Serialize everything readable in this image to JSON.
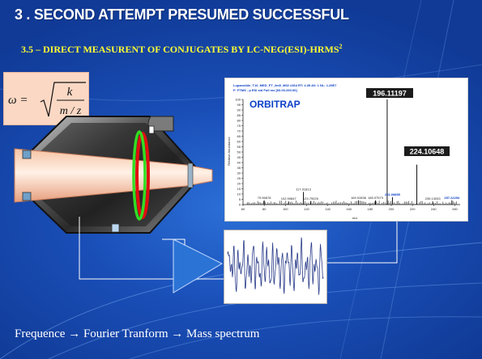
{
  "slide": {
    "title": "3 . SECOND ATTEMPT PRESUMED SUCCESSFUL",
    "subtitle_main": "3.5 – DIRECT MEASURENT OF CONJUGATES BY LC-NEG(ESI)-HRMS",
    "subtitle_sup": "2",
    "caption": "Frequence → Fourier Tranform → Mass spectrum"
  },
  "formula": {
    "lhs": "ω =",
    "numerator": "k",
    "denominator": "m / z"
  },
  "spectrum": {
    "header_line1": "Lupanolide_T10_MED_FT_2m5_M02 #364   RT: 4.35   AV: 1   NL: 1.25E7",
    "header_line2": "F: FTMS - p ESI sid Full ms [60.00-260.00]",
    "instrument_label": "ORBITRAP",
    "y_axis_label": "Relative Abundance",
    "x_axis_label": "m/z",
    "highlight_peak_1": "196.11197",
    "highlight_peak_2": "224.10648",
    "peak_labels": [
      "79.96878",
      "102.99847",
      "117.01813",
      "123.79025",
      "169.02836",
      "185.07573",
      "201.09895",
      "239.13033",
      "257.22294"
    ],
    "y_ticks": [
      "0",
      "5",
      "10",
      "15",
      "20",
      "25",
      "30",
      "35",
      "40",
      "45",
      "50",
      "55",
      "60",
      "65",
      "70",
      "75",
      "80",
      "85",
      "90",
      "95",
      "100"
    ],
    "x_ticks": [
      "60",
      "80",
      "100",
      "120",
      "140",
      "160",
      "180",
      "200",
      "220",
      "240",
      "260"
    ]
  },
  "chart_data": {
    "type": "bar",
    "title": "",
    "xlabel": "m/z",
    "ylabel": "Relative Abundance",
    "xlim": [
      60,
      265
    ],
    "ylim": [
      0,
      100
    ],
    "series": [
      {
        "x": [
          79.96878,
          102.99847,
          117.01813,
          123.79025,
          169.02836,
          185.07573,
          196.11197,
          201.09895,
          224.10648,
          239.13033,
          257.22294
        ],
        "y": [
          4,
          3,
          12,
          3,
          4,
          4,
          100,
          7,
          38,
          3,
          4
        ]
      }
    ]
  },
  "colors": {
    "background": "#1a4fb8",
    "title": "#ffffff",
    "subtitle": "#ffff33",
    "formula_box": "#fbd8c4",
    "peak_label_box": "#1c1c1c",
    "ring_green": "#33dd22",
    "ring_red": "#e01010",
    "arrow_fill": "#2b74d6"
  }
}
